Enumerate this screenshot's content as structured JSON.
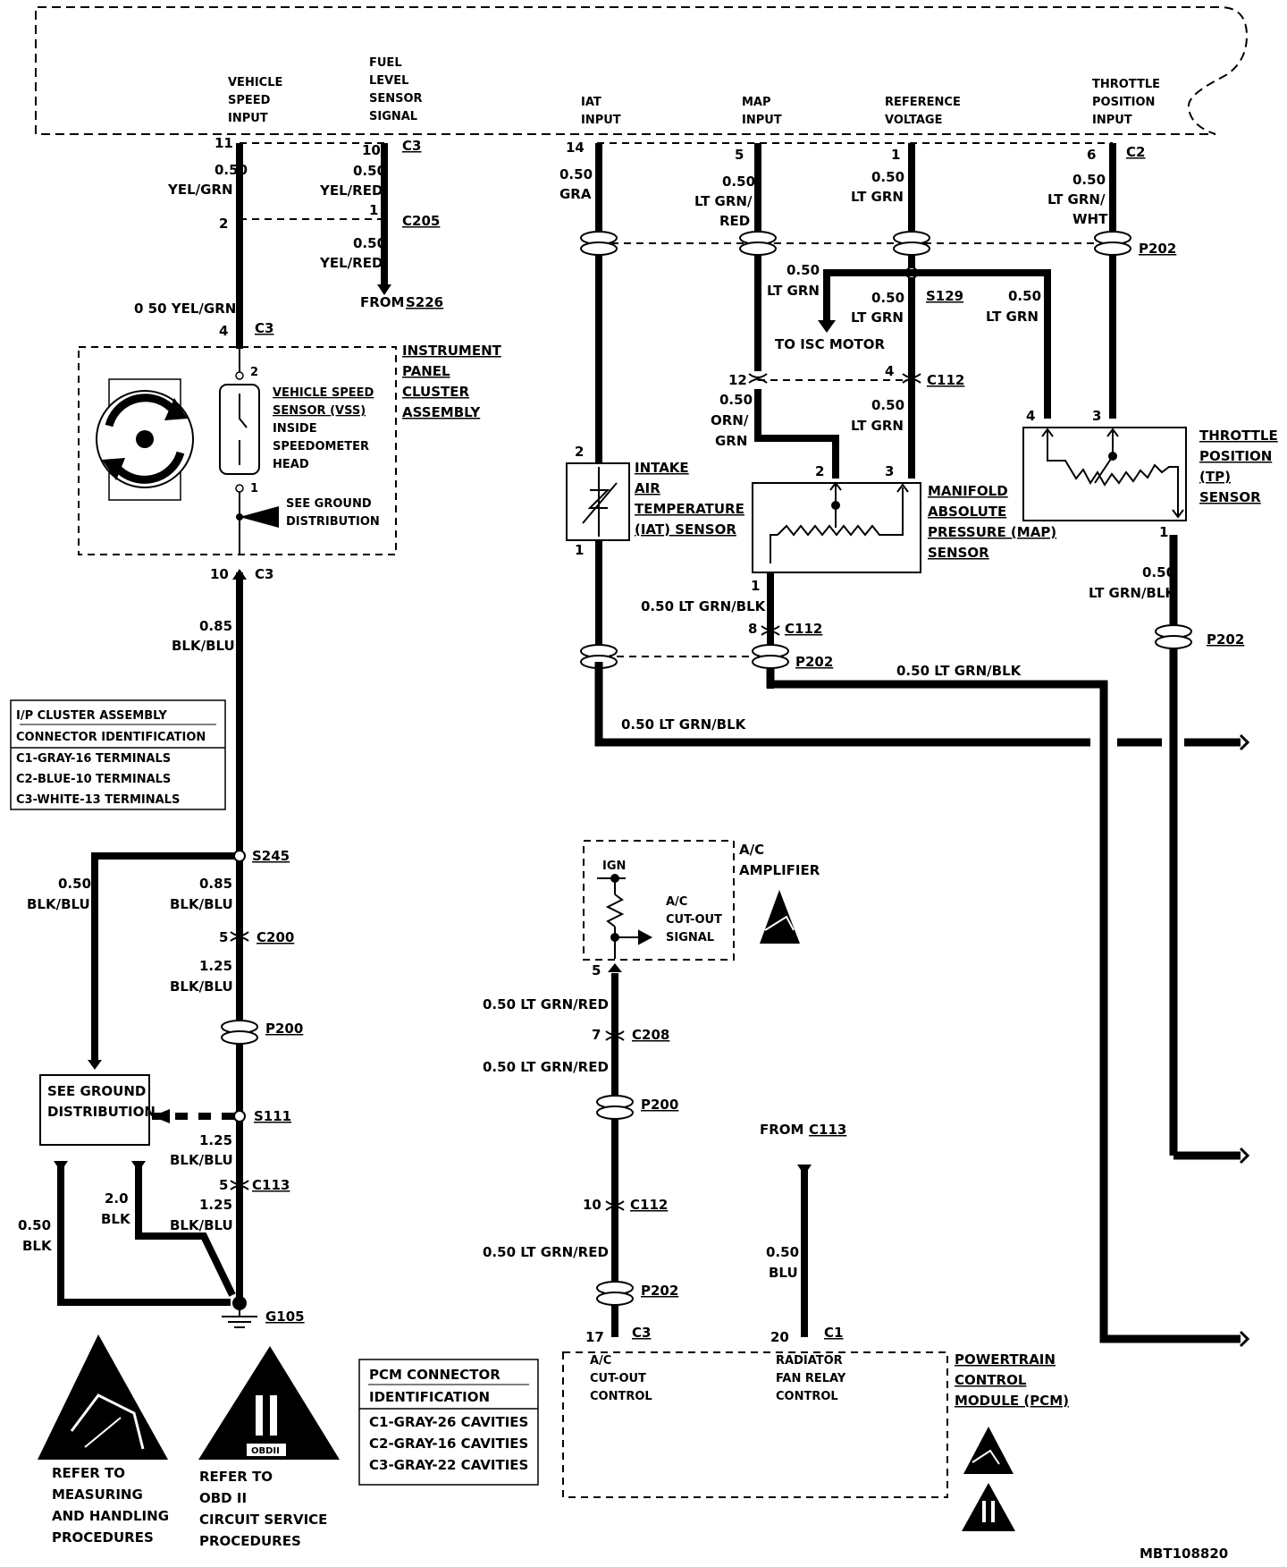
{
  "pcm_inputs": {
    "vss_input": [
      "VEHICLE",
      "SPEED",
      "INPUT"
    ],
    "fuel_level": [
      "FUEL",
      "LEVEL",
      "SENSOR",
      "SIGNAL"
    ],
    "iat_input": [
      "IAT",
      "INPUT"
    ],
    "map_input": [
      "MAP",
      "INPUT"
    ],
    "reference_voltage": [
      "REFERENCE",
      "VOLTAGE"
    ],
    "tp_input": [
      "THROTTLE",
      "POSITION",
      "INPUT"
    ]
  },
  "pins": {
    "p11": "11",
    "p2a": "2",
    "p4": "4",
    "p10a": "10",
    "p1a": "1",
    "p14": "14",
    "p5a": "5",
    "p1b": "1",
    "p6": "6",
    "vss2": "2",
    "vss1": "1",
    "p10b": "10",
    "p12": "12",
    "p4b": "4",
    "p2b": "2",
    "p3a": "3",
    "p1c": "1",
    "p8": "8",
    "p4c": "4",
    "p3b": "3",
    "p1d": "1",
    "iat2": "2",
    "iat1": "1",
    "p5b": "5",
    "p5c": "5",
    "p7": "7",
    "p10c": "10",
    "p17": "17",
    "p20": "20"
  },
  "connectors": {
    "c3": "C3",
    "c2": "C2",
    "c205": "C205",
    "c3b": "C3",
    "c3c": "C3",
    "s226": "S226",
    "from": "FROM",
    "p202": "P202",
    "s129": "S129",
    "c112": "C112",
    "c112b": "C112",
    "p202b": "P202",
    "p202c": "P202",
    "s245": "S245",
    "c200": "C200",
    "p200": "P200",
    "s111": "S111",
    "c113": "C113",
    "g105": "G105",
    "c208": "C208",
    "p200b": "P200",
    "c112c": "C112",
    "p202d": "P202",
    "from_c113_from": "FROM",
    "from_c113": "C113",
    "c3d": "C3",
    "c1": "C1"
  },
  "wires": {
    "w1": [
      "0.50",
      "YEL/GRN"
    ],
    "w2": [
      "0.50",
      "YEL/RED"
    ],
    "w3": [
      "0.50",
      "YEL/RED"
    ],
    "w4": "0 50 YEL/GRN",
    "w5": [
      "0.50",
      "GRA"
    ],
    "w6": [
      "0.50",
      "LT GRN/",
      "RED"
    ],
    "w7": [
      "0.50",
      "LT GRN"
    ],
    "w8": [
      "0.50",
      "LT GRN/",
      "WHT"
    ],
    "w9": [
      "0.50",
      "LT GRN"
    ],
    "w10": [
      "0.50",
      "LT GRN"
    ],
    "w11": [
      "0.50",
      "LT GRN"
    ],
    "w12": [
      "0.50",
      "ORN/",
      "GRN"
    ],
    "w13": [
      "0.50",
      "LT GRN"
    ],
    "w14": "0.50 LT GRN/BLK",
    "w15": [
      "0.50",
      "LT GRN/BLK"
    ],
    "w16": "0.50 LT GRN/BLK",
    "w17": "0.50 LT GRN/BLK",
    "w18": [
      "0.85",
      "BLK/BLU"
    ],
    "w19": [
      "0.50",
      "BLK/BLU"
    ],
    "w20": [
      "0.85",
      "BLK/BLU"
    ],
    "w21": [
      "1.25",
      "BLK/BLU"
    ],
    "w22": [
      "1.25",
      "BLK/BLU"
    ],
    "w23": [
      "1.25",
      "BLK/BLU"
    ],
    "w24": [
      "2.0",
      "BLK"
    ],
    "w25": [
      "0.50",
      "BLK"
    ],
    "w26": "0.50 LT GRN/RED",
    "w27": "0.50 LT GRN/RED",
    "w28": "0.50 LT GRN/RED",
    "w29": [
      "0.50",
      "BLU"
    ],
    "to_isc": "TO ISC MOTOR"
  },
  "components": {
    "ipc": [
      "INSTRUMENT",
      "PANEL",
      "CLUSTER",
      "ASSEMBLY"
    ],
    "vss": [
      "VEHICLE SPEED",
      "SENSOR (VSS)",
      "INSIDE",
      "SPEEDOMETER",
      "HEAD"
    ],
    "see_ground": [
      "SEE GROUND",
      "DISTRIBUTION"
    ],
    "iat": [
      "INTAKE",
      "AIR",
      "TEMPERATURE",
      "(IAT) SENSOR"
    ],
    "map": [
      "MANIFOLD",
      "ABSOLUTE",
      "PRESSURE (MAP)",
      "SENSOR"
    ],
    "tp": [
      "THROTTLE",
      "POSITION",
      "(TP)",
      "SENSOR"
    ],
    "ac_amp": [
      "A/C",
      "AMPLIFIER"
    ],
    "ign": "IGN",
    "ac_signal": [
      "A/C",
      "CUT-OUT",
      "SIGNAL"
    ],
    "pcm": [
      "POWERTRAIN",
      "CONTROL",
      "MODULE (PCM)"
    ],
    "pcm_ac": [
      "A/C",
      "CUT-OUT",
      "CONTROL"
    ],
    "pcm_fan": [
      "RADIATOR",
      "FAN RELAY",
      "CONTROL"
    ],
    "ground_box": [
      "SEE GROUND",
      "DISTRIBUTION"
    ]
  },
  "tables": {
    "ip_cluster": {
      "title": [
        "I/P CLUSTER ASSEMBLY",
        "CONNECTOR IDENTIFICATION"
      ],
      "rows": [
        "C1-GRAY-16 TERMINALS",
        "C2-BLUE-10 TERMINALS",
        "C3-WHITE-13 TERMINALS"
      ]
    },
    "pcm": {
      "title": [
        "PCM CONNECTOR",
        "IDENTIFICATION"
      ],
      "rows": [
        "C1-GRAY-26 CAVITIES",
        "C2-GRAY-16 CAVITIES",
        "C3-GRAY-22 CAVITIES"
      ]
    }
  },
  "notes": {
    "esd": [
      "REFER TO",
      "MEASURING",
      "AND HANDLING",
      "PROCEDURES"
    ],
    "obd": [
      "REFER TO",
      "OBD II",
      "CIRCUIT SERVICE",
      "PROCEDURES"
    ],
    "obd_icon_text": "OBDII",
    "ii_glyph": "II"
  },
  "figure_id": "MBT108820"
}
